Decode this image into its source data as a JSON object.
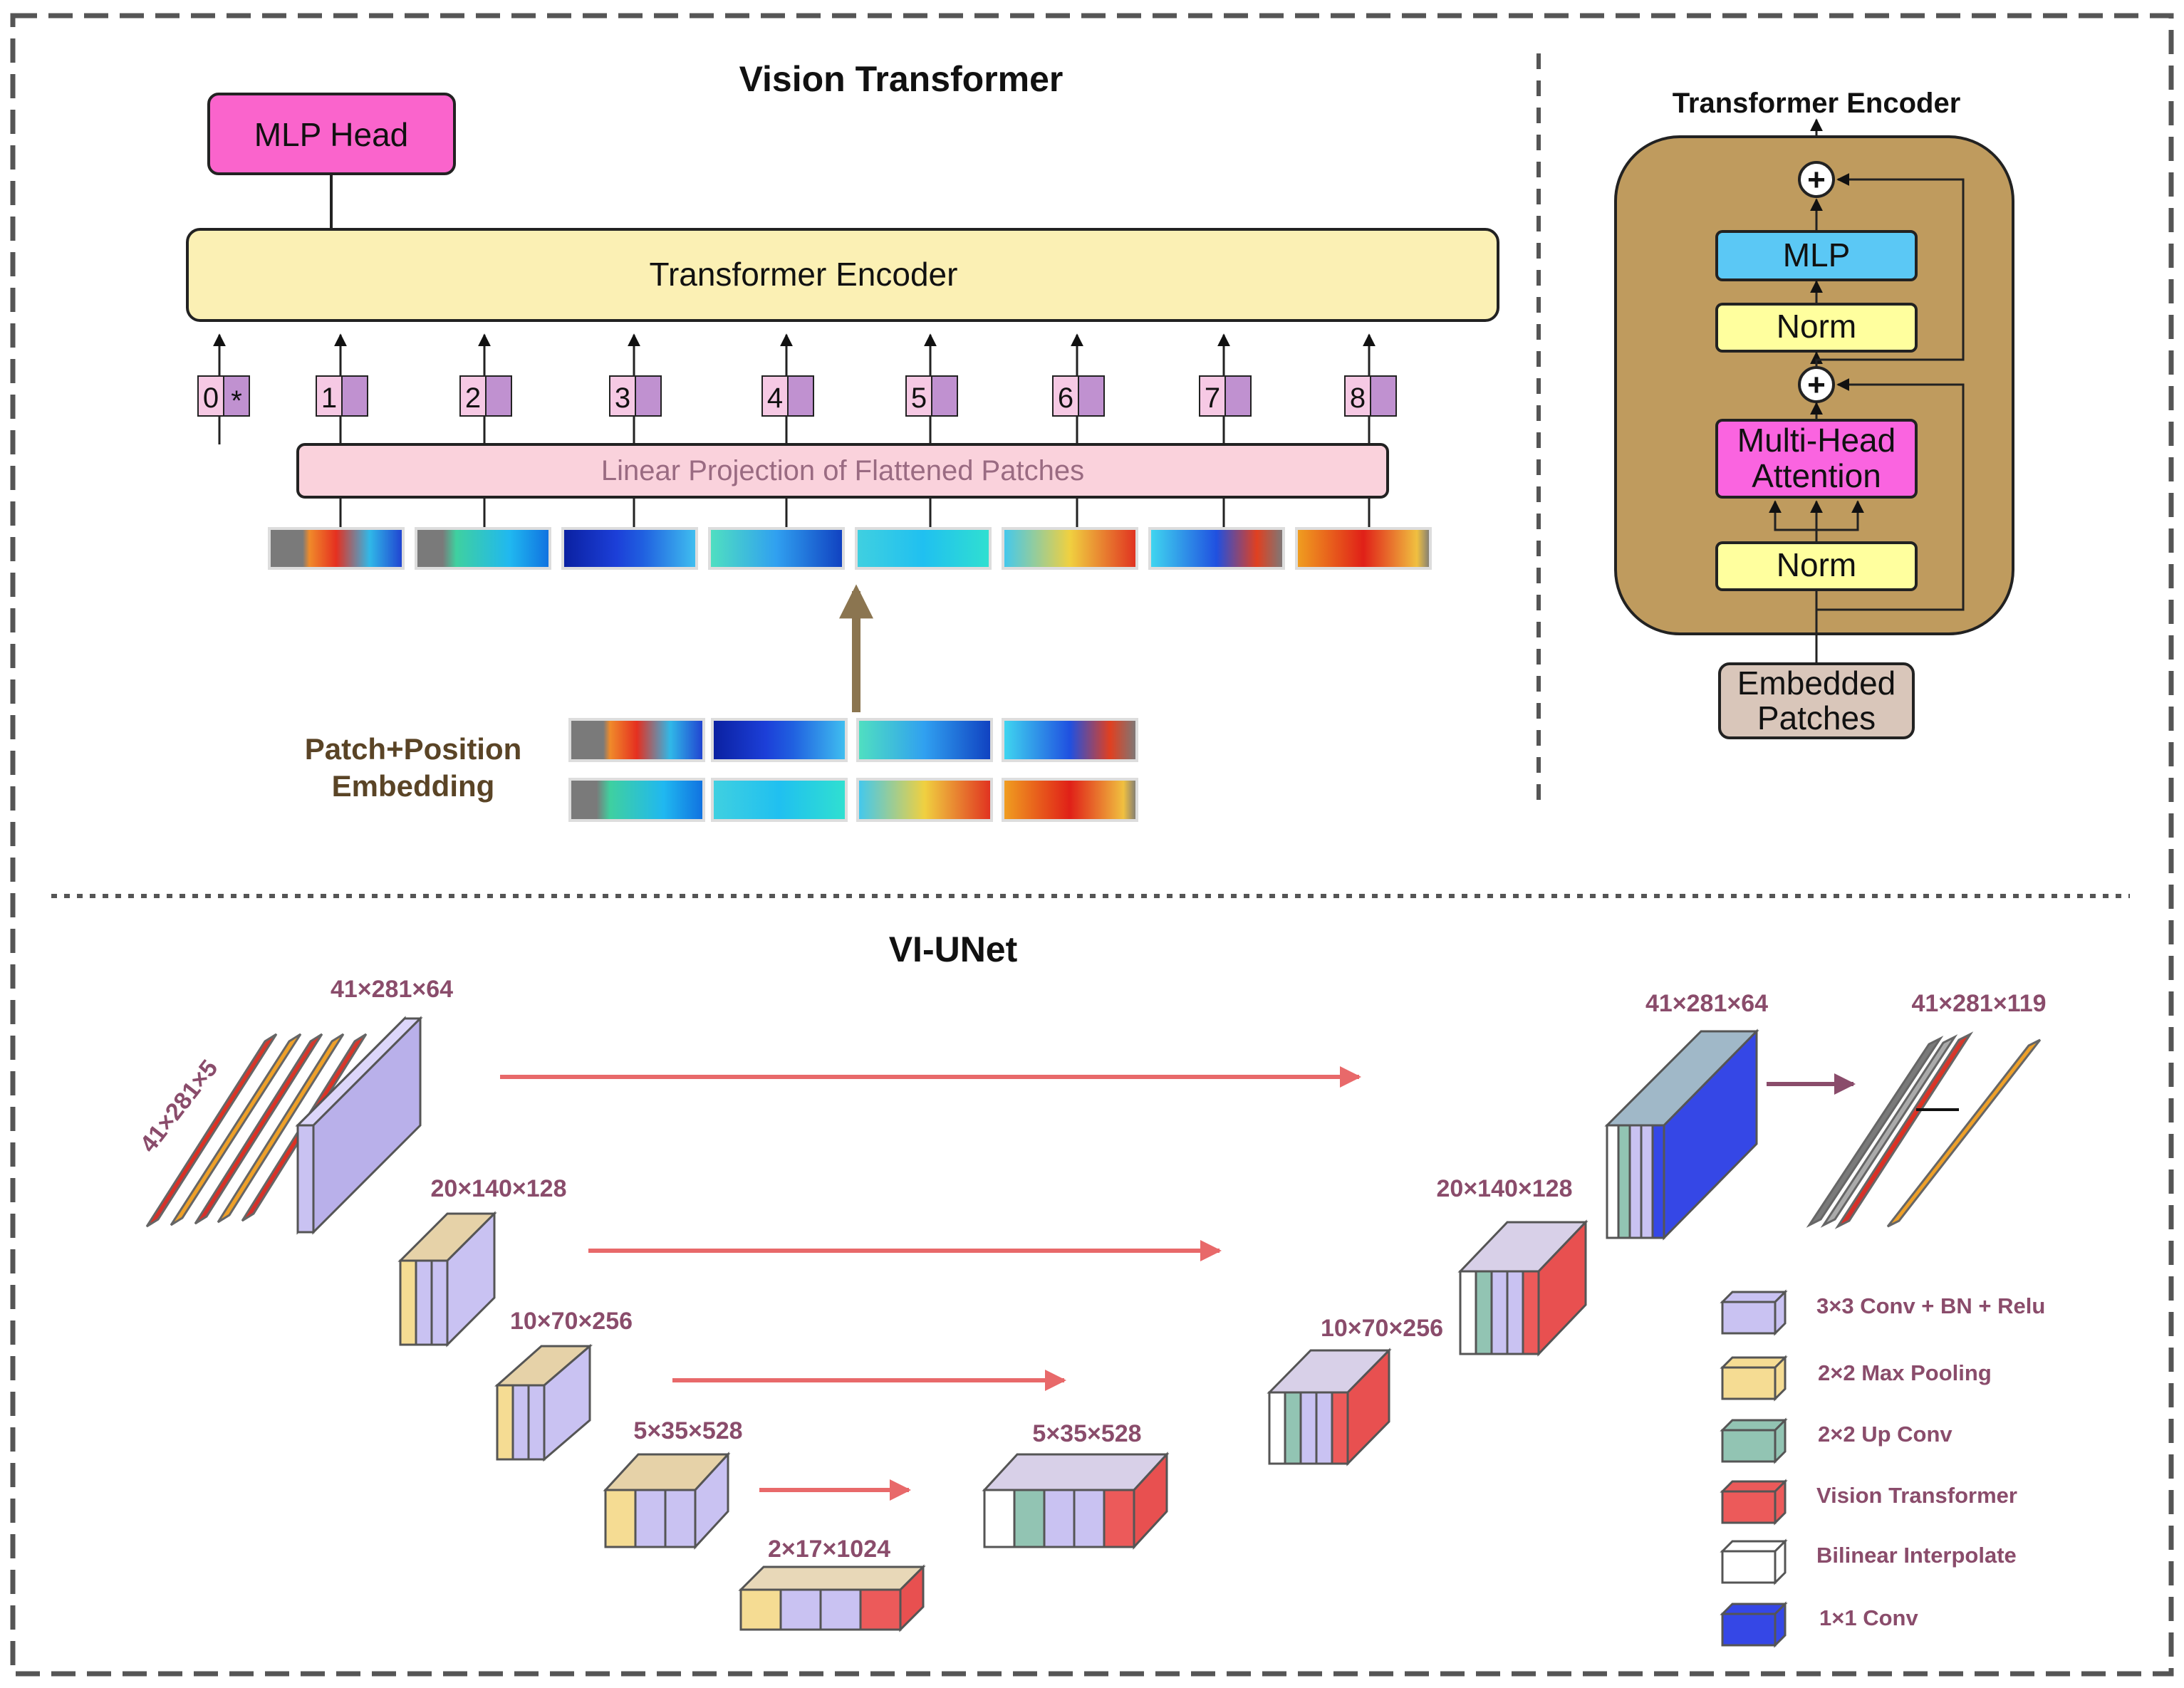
{
  "vit": {
    "title": "Vision Transformer",
    "mlp_head": "MLP Head",
    "encoder": "Transformer Encoder",
    "projection": "Linear Projection of Flattened Patches",
    "tokens": [
      "0",
      "1",
      "2",
      "3",
      "4",
      "5",
      "6",
      "7",
      "8"
    ],
    "cls_marker": "*",
    "embedding_line1": "Patch+Position",
    "embedding_line2": "Embedding"
  },
  "encoder_detail": {
    "title": "Transformer Encoder",
    "mlp": "MLP",
    "norm_top": "Norm",
    "mha_line1": "Multi-Head",
    "mha_line2": "Attention",
    "norm_bottom": "Norm",
    "input_line1": "Embedded",
    "input_line2": "Patches",
    "plus_symbol": "+"
  },
  "unet": {
    "title": "VI-UNet",
    "input_dim": "41×281×5",
    "enc1_dim": "41×281×64",
    "enc2_dim": "20×140×128",
    "enc3_dim": "10×70×256",
    "enc4_dim": "5×35×528",
    "bottleneck_dim": "2×17×1024",
    "dec4_dim": "5×35×528",
    "dec3_dim": "10×70×256",
    "dec2_dim": "20×140×128",
    "dec1_dim": "41×281×64",
    "output_dim": "41×281×119"
  },
  "legend": [
    {
      "label": "3×3 Conv + BN + Relu",
      "color": "#c9c2f2"
    },
    {
      "label": "2×2 Max Pooling",
      "color": "#f5dc93"
    },
    {
      "label": "2×2 Up Conv",
      "color": "#92c4b3"
    },
    {
      "label": "Vision Transformer",
      "color": "#ec5a5a"
    },
    {
      "label": "Bilinear Interpolate",
      "color": "#ffffff"
    },
    {
      "label": "1×1 Conv",
      "color": "#3547e6"
    }
  ],
  "colors": {
    "mlp_head": "#fa64cc",
    "encoder_bar": "#fbf0b4",
    "projection": "#fad2dc",
    "token_light": "#f6c9e4",
    "token_dark": "#c091d0",
    "encoder_panel": "#bf9b5e",
    "mlp_block": "#5bc8f5",
    "norm_block": "#ffff9e",
    "mha_block": "#fa64e0",
    "embedded_patches": "#d9c6ba",
    "skip_arrow": "#e8696a",
    "output_arrow": "#8a4c6b",
    "up_arrow": "#8b7550"
  }
}
